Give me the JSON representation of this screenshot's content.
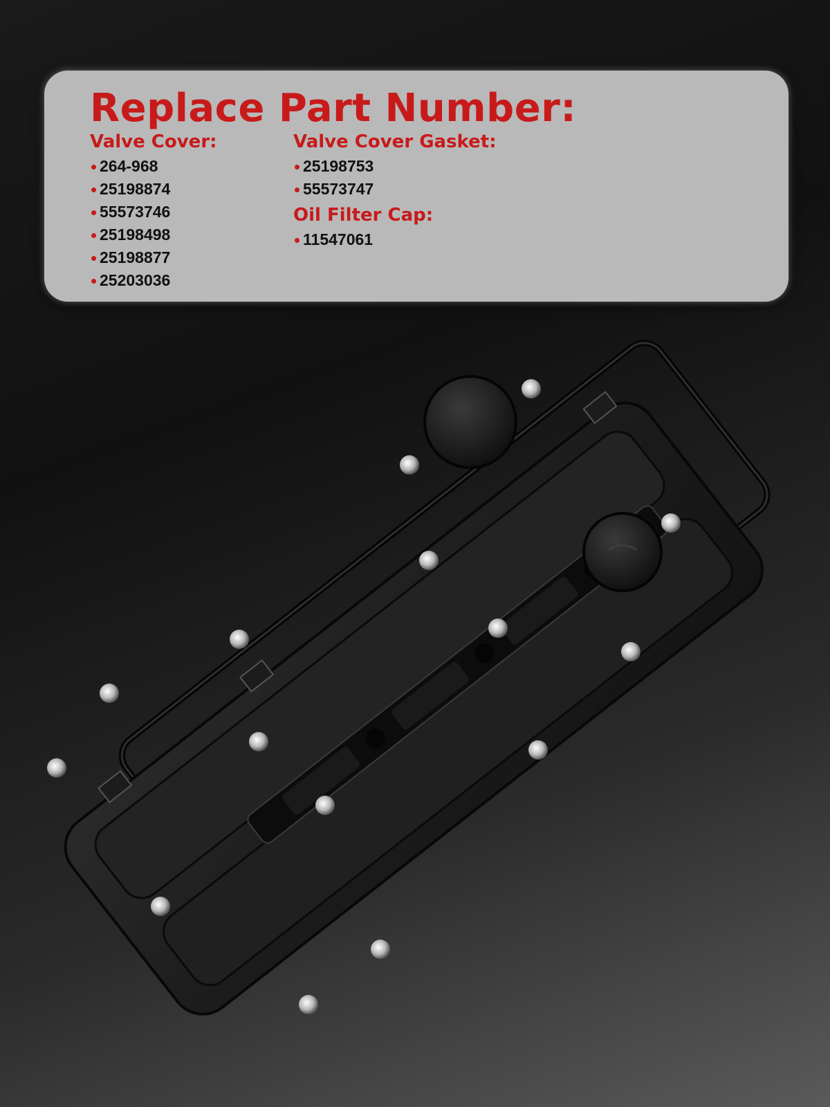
{
  "title": "Replace Part Number:",
  "valve_cover": {
    "heading": "Valve Cover:",
    "items": [
      "264-968",
      "25198874",
      "55573746",
      "25198498",
      "25198877",
      "25203036"
    ]
  },
  "valve_cover_gasket": {
    "heading": "Valve Cover Gasket:",
    "items": [
      "25198753",
      "55573747"
    ]
  },
  "oil_filter_cap": {
    "heading": "Oil Filter Cap:",
    "items": [
      "11547061"
    ]
  },
  "colors": {
    "accent_red": "#c81a1a",
    "panel_gray": "#b9b9b9",
    "background_dark": "#111111"
  }
}
